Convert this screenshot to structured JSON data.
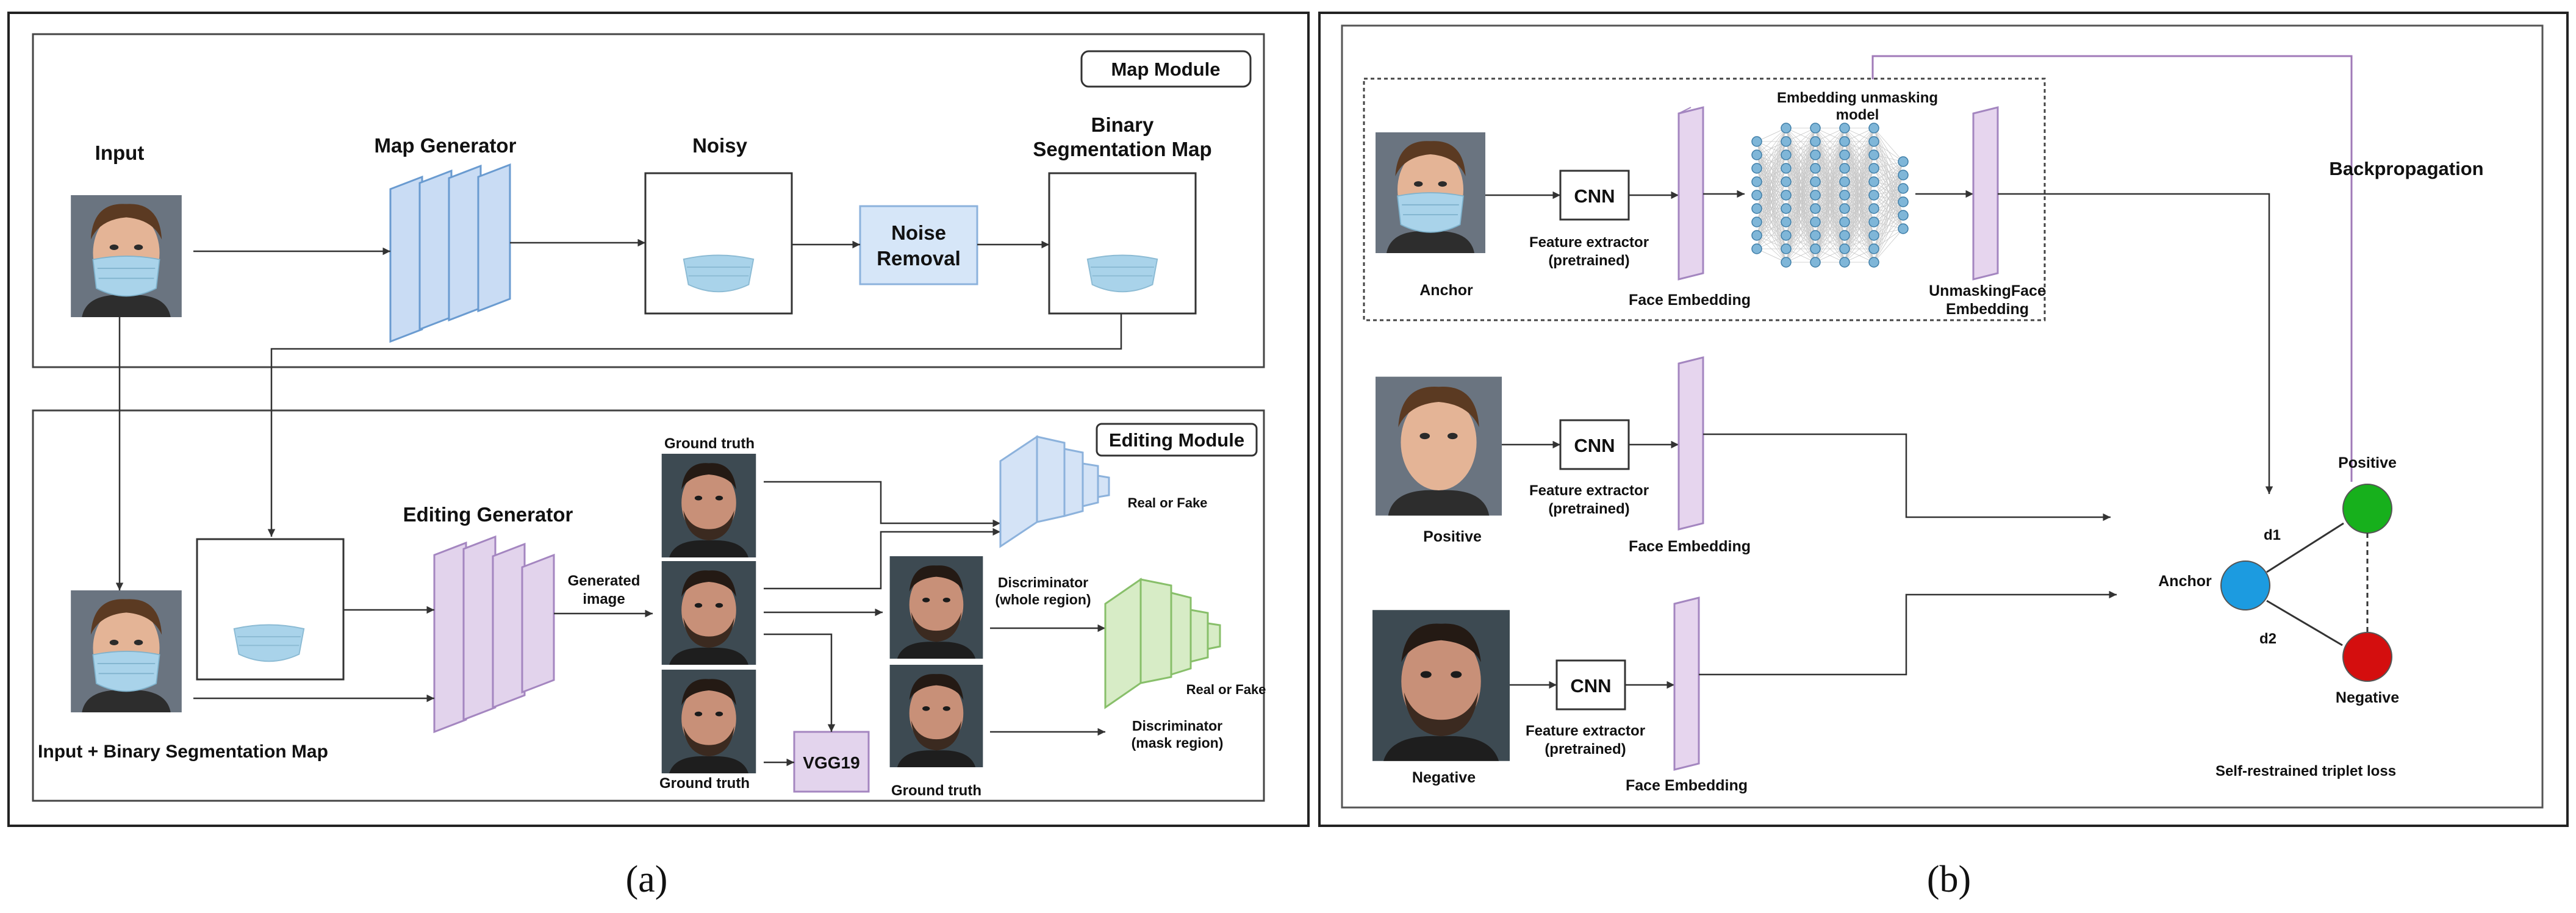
{
  "panel_a": {
    "map_module_label": "Map Module",
    "editing_module_label": "Editing Module",
    "input_label": "Input",
    "map_generator_label": "Map Generator",
    "noisy_label": "Noisy",
    "noise_removal_label": "Noise Removal",
    "binary_seg_label": "Binary Segmentation Map",
    "editing_generator_label": "Editing Generator",
    "generated_image_label": "Generated image",
    "ground_truth_label": "Ground truth",
    "real_or_fake_label": "Real or Fake",
    "disc_whole_label": "Discriminator (whole region)",
    "disc_mask_label": "Discriminator (mask region)",
    "vgg_label": "VGG19",
    "input_binary_label": "Input + Binary Segmentation Map"
  },
  "panel_b": {
    "cnn_label": "CNN",
    "feature_extractor_label": "Feature extractor (pretrained)",
    "face_embedding_label": "Face Embedding",
    "unmasking_model_label": "Embedding unmasking model",
    "unmasking_embedding_label": "UnmaskingFace Embedding",
    "backprop_label": "Backpropagation",
    "anchor_label": "Anchor",
    "positive_label": "Positive",
    "negative_label": "Negative",
    "d1_label": "d1",
    "d2_label": "d2",
    "loss_label": "Self-restrained triplet loss"
  },
  "captions": {
    "a": "(a)",
    "b": "(b)"
  },
  "colors": {
    "generator": "#c9dcf4",
    "editing_generator": "#e2d3ec",
    "disc_whole": "#d4e3f6",
    "disc_mask": "#d7ecc6",
    "noise_box": "#d6e6f8",
    "vgg_box": "#e3d4ed",
    "embedding": "#e6d5ee",
    "anchor_node": "#1c9be0",
    "positive_node": "#17b01c",
    "negative_node": "#d40e0e",
    "backprop_line": "#a07ab8"
  },
  "icons": [
    "face-photo",
    "mask-icon",
    "neural-net-icon"
  ]
}
